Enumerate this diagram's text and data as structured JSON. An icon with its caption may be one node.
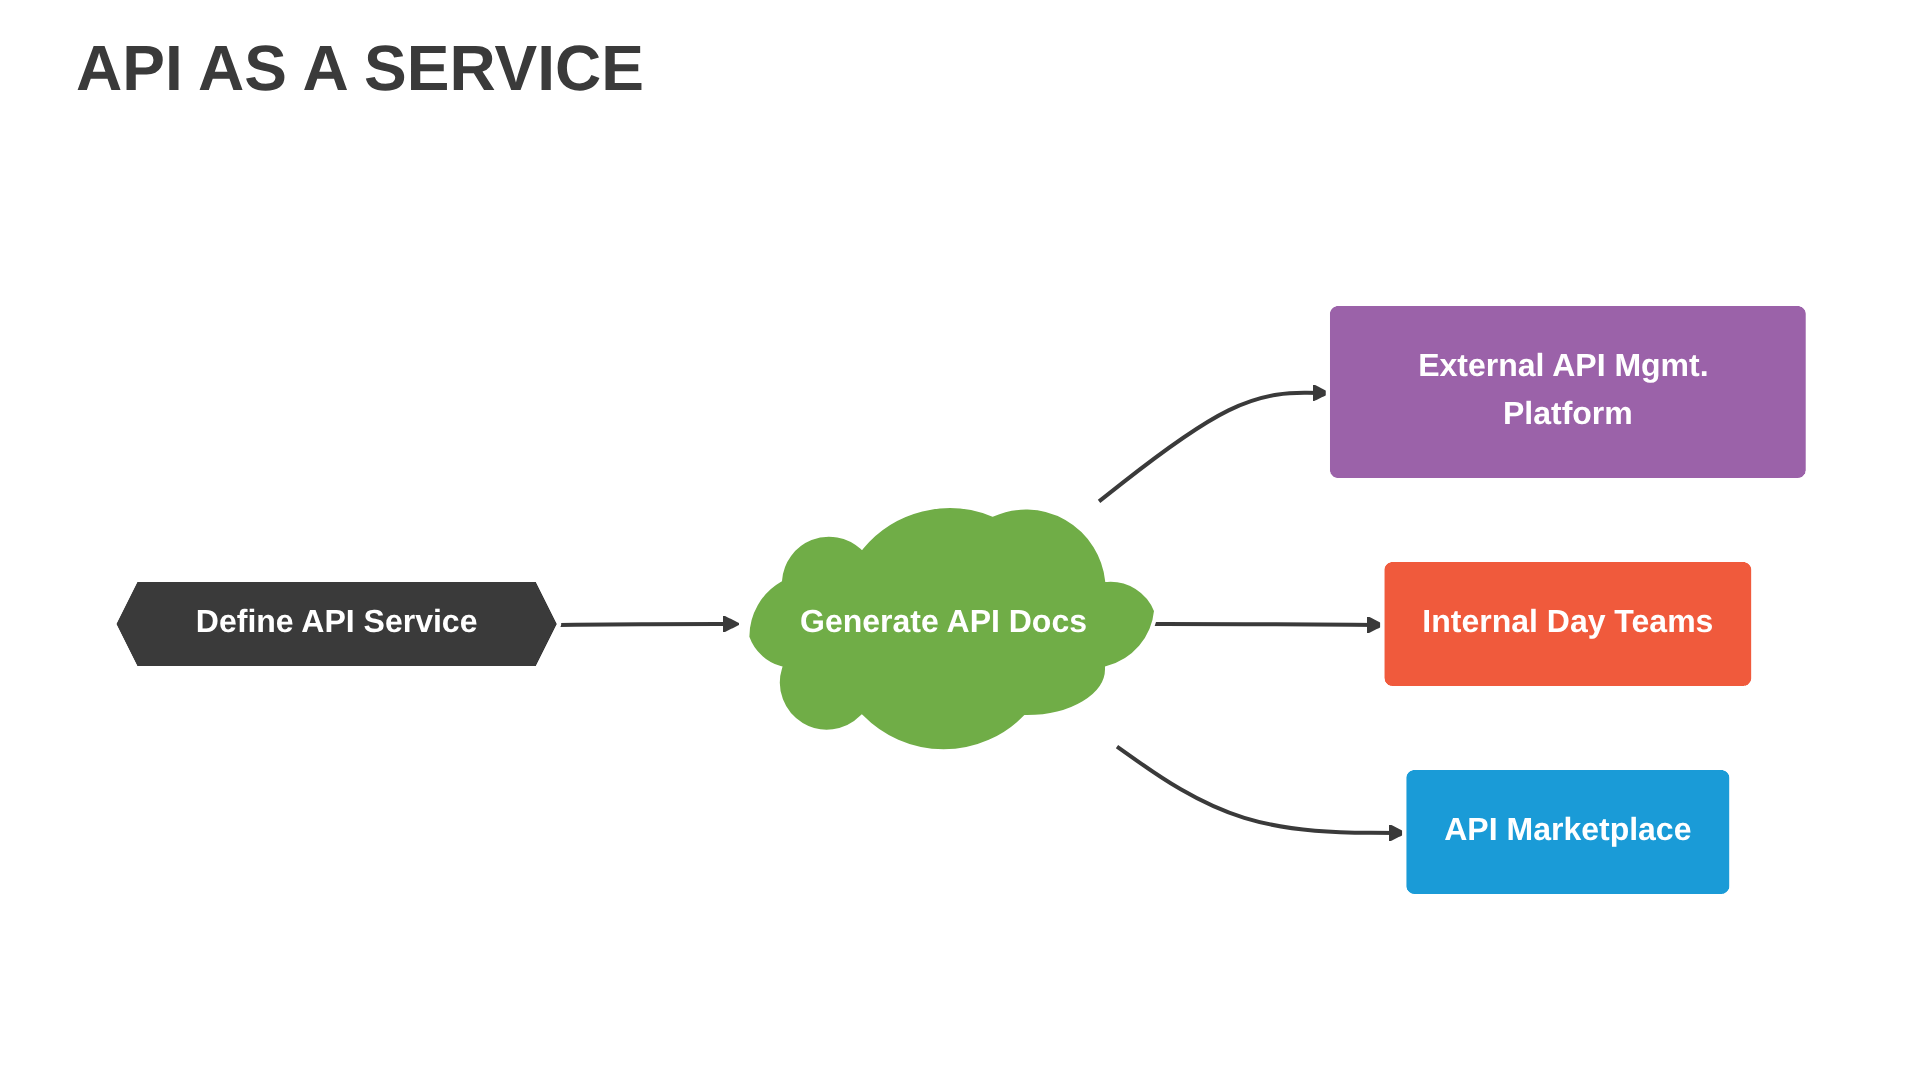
{
  "diagram": {
    "title": "API AS A SERVICE",
    "nodes": [
      {
        "text": [
          "Define API Service"
        ]
      },
      {
        "text": [
          "Generate API Docs"
        ]
      },
      {
        "text": [
          "External API Mgmt. Platform"
        ]
      },
      {
        "text": [
          "Internal Day Teams"
        ]
      },
      {
        "text": [
          "API Marketplace"
        ]
      }
    ],
    "edges": [
      {
        "from": 0,
        "to": 1,
        "arrow": "to"
      },
      {
        "from": 1,
        "to": 2,
        "arrow": "to"
      },
      {
        "from": 1,
        "to": 3,
        "arrow": "to"
      },
      {
        "from": 1,
        "to": 4,
        "arrow": "to"
      }
    ]
  }
}
